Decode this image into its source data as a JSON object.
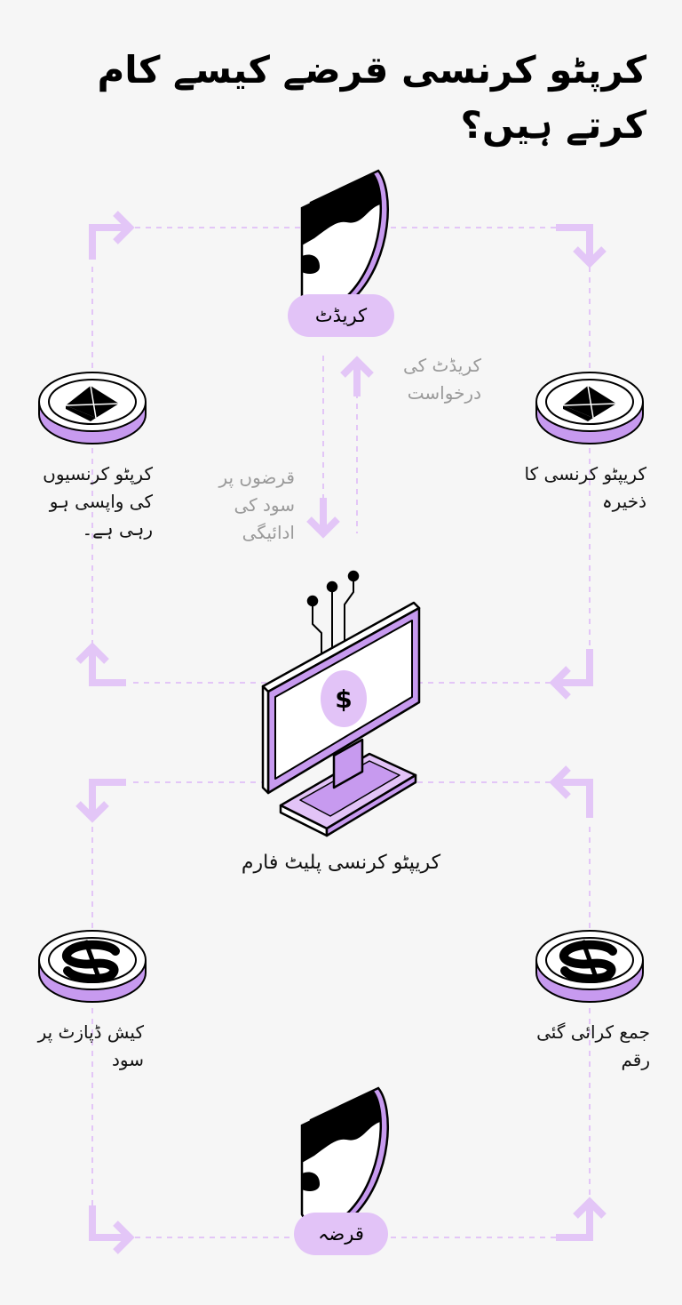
{
  "title": "کرپٹو کرنسی قرضے کیسے کام کرتے ہیں؟",
  "nodes": {
    "credit": "کریڈٹ",
    "loan": "قرضہ",
    "platform": "کریپٹو کرنسی پلیٹ فارم"
  },
  "labels": {
    "crypto_returned": "کرپٹو کرنسیوں کی واپسی ہو رہی ہے۔",
    "crypto_storage": "کریپٹو کرنسی کا ذخیرہ",
    "interest_on_cash_deposit": "کیش ڈپازٹ پر سود",
    "deposited_amount": "جمع کرائی گئی رقم",
    "interest_payment_on_loans": "قرضوں پر سود کی ادائیگی",
    "credit_request": "کریڈٹ کی درخواست"
  },
  "icons": {
    "eth_coin": "ethereum-coin-icon",
    "dollar_coin": "dollar-coin-icon",
    "shield": "shield-icon",
    "monitor": "computer-monitor-icon"
  },
  "colors": {
    "background": "#f6f6f6",
    "accent": "#e2c3f7",
    "accent_dark": "#c79aef",
    "line": "#e3c6f7",
    "muted_text": "#9a9a9a"
  }
}
